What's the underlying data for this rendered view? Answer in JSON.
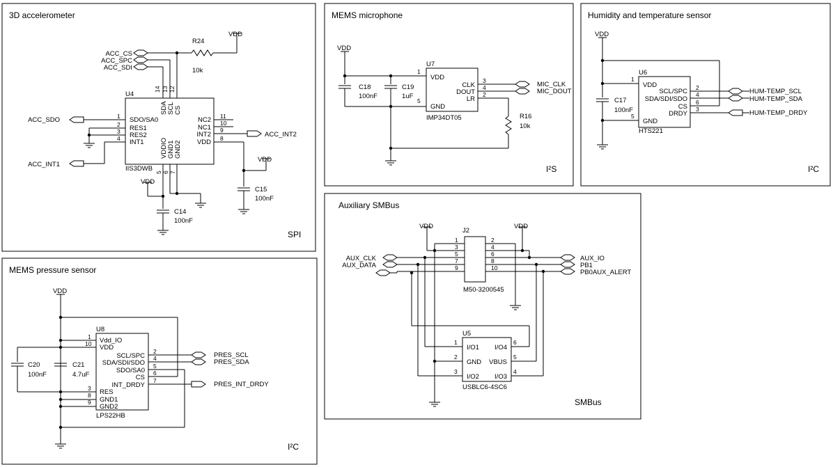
{
  "panels": {
    "accel": {
      "title": "3D accelerometer",
      "footer": "SPI"
    },
    "mic": {
      "title": "MEMS microphone",
      "footer": "I²S"
    },
    "hum": {
      "title": "Humidity and temperature sensor",
      "footer": "I²C"
    },
    "smbus": {
      "title": "Auxiliary SMBus",
      "footer": "SMBus"
    },
    "pres": {
      "title": "MEMS pressure sensor",
      "footer": "I²C"
    }
  },
  "accel": {
    "ref": "U4",
    "part": "IIS3DWB",
    "nets": {
      "cs": "ACC_CS",
      "spc": "ACC_SPC",
      "sdi": "ACC_SDI",
      "sdo": "ACC_SDO",
      "int1": "ACC_INT1",
      "int2": "ACC_INT2",
      "vdd": "VDD"
    },
    "pins_left": [
      "SDO/SA0",
      "RES1",
      "RES2",
      "INT1"
    ],
    "pins_left_num": [
      "1",
      "2",
      "3",
      "4"
    ],
    "pins_top": [
      "SDA",
      "SCL",
      "CS"
    ],
    "pins_top_num": [
      "14",
      "13",
      "12"
    ],
    "pins_right": [
      "NC2",
      "NC1",
      "INT2",
      "VDD"
    ],
    "pins_right_num": [
      "11",
      "10",
      "9",
      "8"
    ],
    "pins_bottom": [
      "VDDIO",
      "GND1",
      "GND2"
    ],
    "pins_bottom_num": [
      "5",
      "6",
      "7"
    ],
    "r24": {
      "ref": "R24",
      "value": "10k"
    },
    "c14": {
      "ref": "C14",
      "value": "100nF"
    },
    "c15": {
      "ref": "C15",
      "value": "100nF"
    }
  },
  "mic": {
    "ref": "U7",
    "part": "IMP34DT05",
    "pins_left": [
      "VDD",
      "GND"
    ],
    "pins_left_num": [
      "1",
      "5"
    ],
    "pins_right": [
      "CLK",
      "DOUT",
      "LR"
    ],
    "pins_right_num": [
      "3",
      "4",
      "2"
    ],
    "nets": {
      "clk": "MIC_CLK",
      "dout": "MIC_DOUT",
      "vdd": "VDD"
    },
    "c18": {
      "ref": "C18",
      "value": "100nF"
    },
    "c19": {
      "ref": "C19",
      "value": "1uF"
    },
    "r16": {
      "ref": "R16",
      "value": "10k"
    }
  },
  "hum": {
    "ref": "U6",
    "part": "HTS221",
    "pins_left": [
      "VDD",
      "GND"
    ],
    "pins_left_num": [
      "1",
      "5"
    ],
    "pins_right": [
      "SCL/SPC",
      "SDA/SDI/SDO",
      "CS",
      "DRDY"
    ],
    "pins_right_num": [
      "2",
      "4",
      "6",
      "3"
    ],
    "nets": {
      "scl": "HUM-TEMP_SCL",
      "sda": "HUM-TEMP_SDA",
      "drdy": "HUM-TEMP_DRDY",
      "vdd": "VDD"
    },
    "c17": {
      "ref": "C17",
      "value": "100nF"
    }
  },
  "smbus": {
    "j2": {
      "ref": "J2",
      "part": "M50-3200545",
      "left_num": [
        "1",
        "3",
        "5",
        "7",
        "9"
      ],
      "right_num": [
        "2",
        "4",
        "6",
        "8",
        "10"
      ]
    },
    "u5": {
      "ref": "U5",
      "part": "USBLC6-4SC6",
      "pins_left": [
        "I/O1",
        "GND",
        "I/O2"
      ],
      "pins_left_num": [
        "1",
        "2",
        "3"
      ],
      "pins_right": [
        "I/O4",
        "VBUS",
        "I/O3"
      ],
      "pins_right_num": [
        "6",
        "5",
        "4"
      ]
    },
    "nets": {
      "clk": "AUX_CLK",
      "data": "AUX_DATA",
      "io": "AUX_IO",
      "pb1": "PB1",
      "alert": "PB0AUX_ALERT",
      "vdd1": "VDD",
      "vdd2": "VDD"
    }
  },
  "pres": {
    "ref": "U8",
    "part": "LPS22HB",
    "pins_left": [
      "Vdd_IO",
      "VDD",
      "RES",
      "GND1",
      "GND2"
    ],
    "pins_left_num": [
      "1",
      "10",
      "3",
      "8",
      "9"
    ],
    "pins_right": [
      "SCL/SPC",
      "SDA/SDI/SDO",
      "SDO/SA0",
      "CS",
      "INT_DRDY"
    ],
    "pins_right_num": [
      "2",
      "4",
      "5",
      "6",
      "7"
    ],
    "nets": {
      "scl": "PRES_SCL",
      "sda": "PRES_SDA",
      "drdy": "PRES_INT_DRDY",
      "vdd": "VDD"
    },
    "c20": {
      "ref": "C20",
      "value": "100nF"
    },
    "c21": {
      "ref": "C21",
      "value": "4.7uF"
    }
  }
}
